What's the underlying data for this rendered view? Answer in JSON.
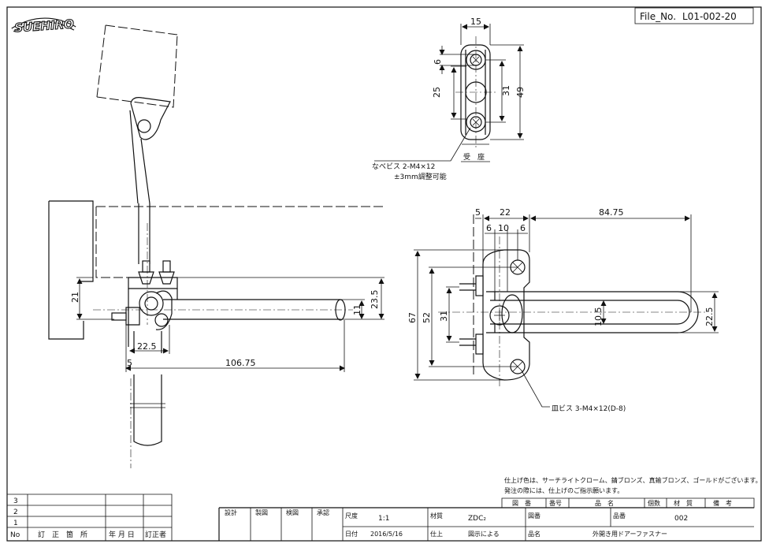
{
  "title_block": {
    "file_no_label": "File_No.",
    "file_no": "L01-002-20",
    "logo": "SUEHIRO",
    "note_line1": "仕上げ色は、サーチライトクローム、錆ブロンズ、真鍮ブロンズ、ゴールドがございます。",
    "note_line2": "発注の際には、仕上げのご指示願います。",
    "headers": {
      "zuban": "図　番",
      "bango": "番号",
      "hinmei": "品　名",
      "kosu": "個数",
      "zairyo": "材　質",
      "biko": "備　考"
    },
    "sign_labels": {
      "design": "設計",
      "drawing": "製図",
      "check": "検図",
      "approve": "承認"
    },
    "scale_label": "尺度",
    "scale": "1:1",
    "material_label": "材質",
    "material": "ZDC₂",
    "date_label": "日付",
    "date": "2016/5/16",
    "finish_label": "仕上",
    "finish": "図示による",
    "zuban_label": "図番",
    "hinban_label": "品番",
    "hinban": "002",
    "hinmei_label": "品名",
    "hinmei": "外開き用ドアーファスナー"
  },
  "revision": {
    "rows": [
      "3",
      "2",
      "1"
    ],
    "header_no": "No",
    "header_place": "訂　正　箇　所",
    "header_date": "年 月 日",
    "header_by": "訂正者"
  },
  "annotations": {
    "receiver": "受　座",
    "screw_receiver": "なべビス 2-M4×12",
    "adjust": "±3mm調整可能",
    "screw_body": "皿ビス 3-M4×12(D-8)"
  },
  "dimensions": {
    "top_15": "15",
    "top_6": "6",
    "top_25": "25",
    "top_31": "31",
    "top_49": "49",
    "r_5": "5",
    "r_22": "22",
    "r_8475": "84.75",
    "r_6a": "6",
    "r_10": "10",
    "r_6b": "6",
    "r_67": "67",
    "r_52": "52",
    "r_31": "31",
    "r_105": "10.5",
    "r_225": "22.5",
    "l_21": "21",
    "l_235": "23.5",
    "l_11": "11",
    "l_225": "22.5",
    "l_5": "5",
    "l_10675": "106.75"
  }
}
